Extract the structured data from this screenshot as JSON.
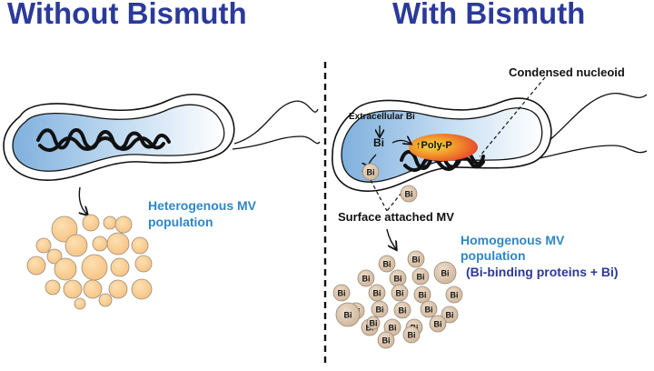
{
  "headings": {
    "left": "Without Bismuth",
    "right": "With Bismuth"
  },
  "labels": {
    "condensed_nucleoid": "Condensed nucleoid",
    "extracellular_bi": "Extracellular Bi",
    "bi": "Bi",
    "polyp_arrow": "↑",
    "polyp": "Poly-P",
    "surface_attached_mv": "Surface attached MV",
    "heterogenous_line1": "Heterogenous MV",
    "heterogenous_line2": "population",
    "homogenous_line1": "Homogenous MV",
    "homogenous_line2": "population",
    "bi_binding": "(Bi-binding proteins + Bi)"
  },
  "vesicle_label": "Bi",
  "colors": {
    "heading": "#2b3a9a",
    "label_blue": "#2f86c8",
    "vesicle_plain": "#f9c98c",
    "vesicle_bi": "#d8c1a8",
    "cell_gradient_start": "#9fc6e8",
    "cell_gradient_end": "#ffffff",
    "polyp_gradient_start": "#f4d23c",
    "polyp_gradient_end": "#e8452c"
  }
}
